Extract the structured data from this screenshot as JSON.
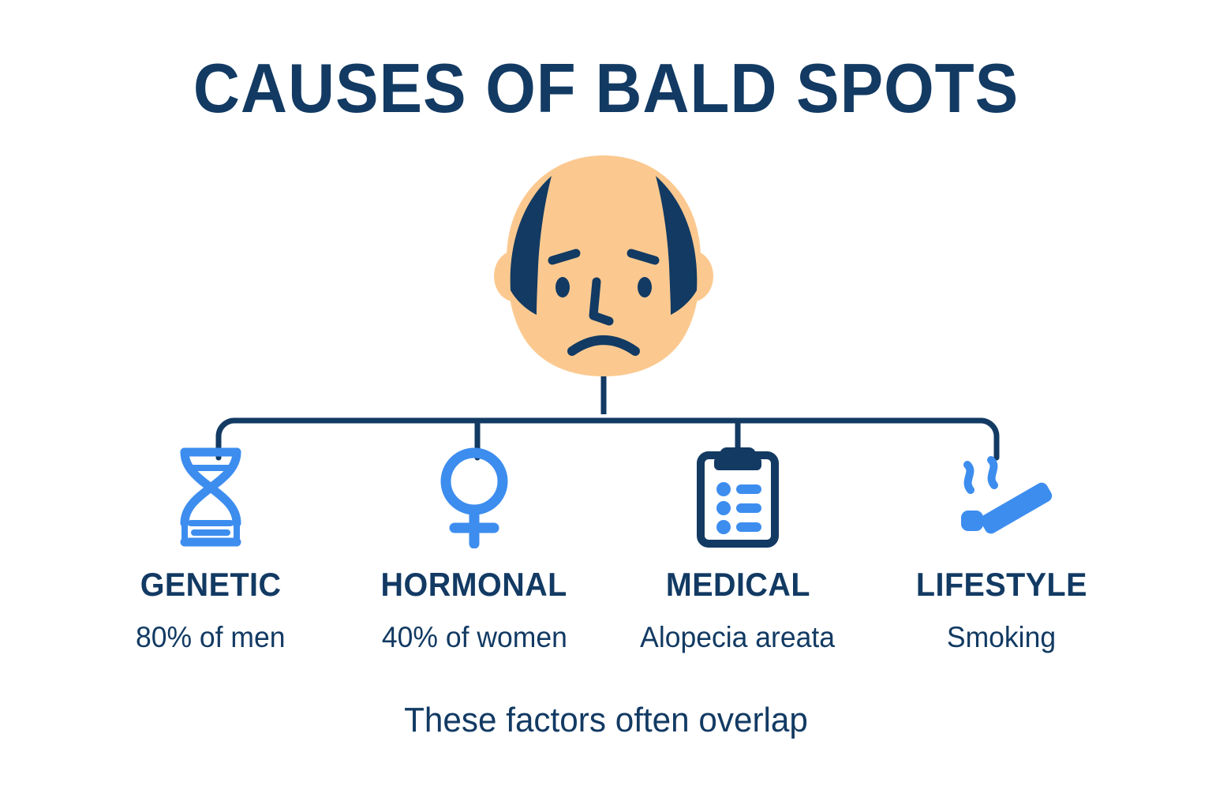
{
  "title": "CAUSES OF BALD SPOTS",
  "colors": {
    "navy": "#123a63",
    "blue": "#3d8def",
    "skin": "#fbc990",
    "white": "#ffffff"
  },
  "figure": {
    "alt_name": "balding-man-face",
    "skin_color": "#fbc990",
    "hair_color": "#123a63",
    "expression": "frowning"
  },
  "causes": [
    {
      "icon": "dna-icon",
      "title": "GENETIC",
      "subtitle": "80% of men",
      "icon_color": "#3d8def"
    },
    {
      "icon": "female-venus-icon",
      "title": "HORMONAL",
      "subtitle": "40% of women",
      "icon_color": "#3d8def"
    },
    {
      "icon": "clipboard-checklist-icon",
      "title": "MEDICAL",
      "subtitle": "Alopecia areata",
      "icon_color": "#123a63"
    },
    {
      "icon": "cigarette-smoking-icon",
      "title": "LIFESTYLE",
      "subtitle": "Smoking",
      "icon_color": "#3d8def"
    }
  ],
  "footer_note": "These factors often overlap",
  "chart_data": {
    "type": "diagram",
    "title": "CAUSES OF BALD SPOTS",
    "layout": "one root node branching to four leaf nodes",
    "root": "balding-man-face",
    "categories": [
      "GENETIC",
      "HORMONAL",
      "MEDICAL",
      "LIFESTYLE"
    ],
    "values": [
      "80% of men",
      "40% of women",
      "Alopecia areata",
      "Smoking"
    ],
    "annotation": "These factors often overlap"
  }
}
